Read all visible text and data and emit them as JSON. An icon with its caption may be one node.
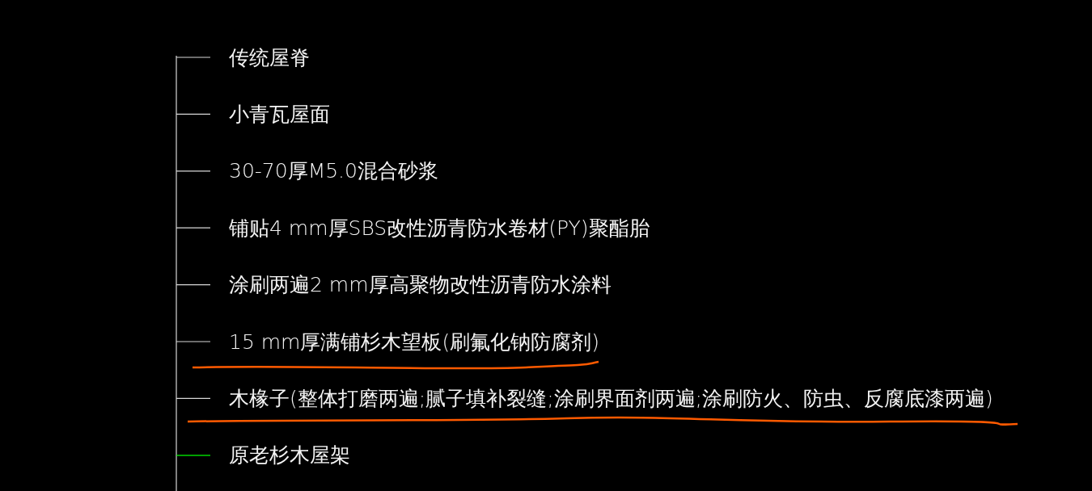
{
  "diagram": {
    "nodes": [
      {
        "text": [
          "传统屋脊"
        ]
      },
      {
        "text": [
          "小青瓦屋面"
        ]
      },
      {
        "text": [
          "30-70厚M5.0混合砂浆"
        ]
      },
      {
        "text": [
          "铺贴4 mm厚SBS改性沥青防水卷材(PY)聚酯胎"
        ]
      },
      {
        "text": [
          "涂刷两遍2 mm厚高聚物改性沥青防水涂料"
        ]
      },
      {
        "text": [
          "15 mm厚满铺杉木望板(刷氟化钠防腐剂)"
        ]
      },
      {
        "text": [
          "木椽子(整体打磨两遍;腻子填补裂缝;涂刷界面剂两遍;涂刷防火、防虫、反腐底漆两遍)"
        ]
      },
      {
        "text": [
          "原老杉木屋架"
        ]
      }
    ],
    "edges": [
      {
        "from": 0,
        "to": null,
        "arrow": "none"
      },
      {
        "from": 1,
        "to": null,
        "arrow": "none"
      },
      {
        "from": 2,
        "to": null,
        "arrow": "none"
      },
      {
        "from": 3,
        "to": null,
        "arrow": "none"
      },
      {
        "from": 4,
        "to": null,
        "arrow": "none"
      },
      {
        "from": 5,
        "to": null,
        "arrow": "none"
      },
      {
        "from": 6,
        "to": null,
        "arrow": "none"
      },
      {
        "from": 7,
        "to": null,
        "arrow": "none",
        "color": "#00ff00"
      }
    ]
  }
}
